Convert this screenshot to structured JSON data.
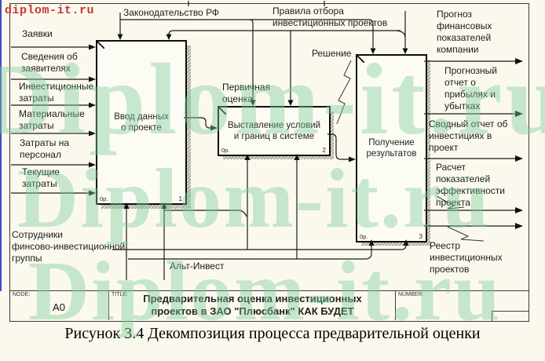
{
  "watermarks": {
    "corner": "diplom-it.ru",
    "tile": "Diplom-it.ru"
  },
  "diagram": {
    "inputs": [
      "Заявки",
      "Сведения об\nзаявителях",
      "Инвестиционные\nзатраты",
      "Материальные\nзатраты",
      "Затраты на\nперсонал",
      "Текущие\nзатраты"
    ],
    "controls": [
      "Законодательство РФ",
      "Правила отбора\nинвестиционных проектов"
    ],
    "flows": {
      "primary": "Первичная\nоценка",
      "decision": "Решение"
    },
    "boxes": [
      {
        "label": "Ввод данных\nо проекте",
        "cost": "0р.",
        "number": "1"
      },
      {
        "label": "Выставление условий\nи границ в системе",
        "cost": "0р.",
        "number": "2"
      },
      {
        "label": "Получение\nрезультатов",
        "cost": "0р.",
        "number": "3"
      }
    ],
    "outputs": [
      "Прогноз\nфинансовых\nпоказателей\nкомпании",
      "Прогнозный\nотчет о\nприбылях и\nубытках",
      "Сводный отчет об\nинвестициях в\nпроект",
      "Расчет\nпоказателей\nэффективности\nпроекта",
      "Реестр\nинвестиционных\nпроектов"
    ],
    "mechanisms": {
      "staff": "Сотрудники\nфинсово-инвестиционной\nгруппы",
      "tool": "Альт-Инвест"
    }
  },
  "title_bar": {
    "node_label": "NODE:",
    "node_value": "A0",
    "title_label": "TITLE:",
    "title_value": "Предварительная оценка  инвестиционных\nпроектов в ЗАО \"Плюсбанк\" КАК БУДЕТ",
    "number_label": "NUMBER:"
  },
  "caption": "Рисунок 3.4 Декомпозиция процесса предварительной оценки"
}
